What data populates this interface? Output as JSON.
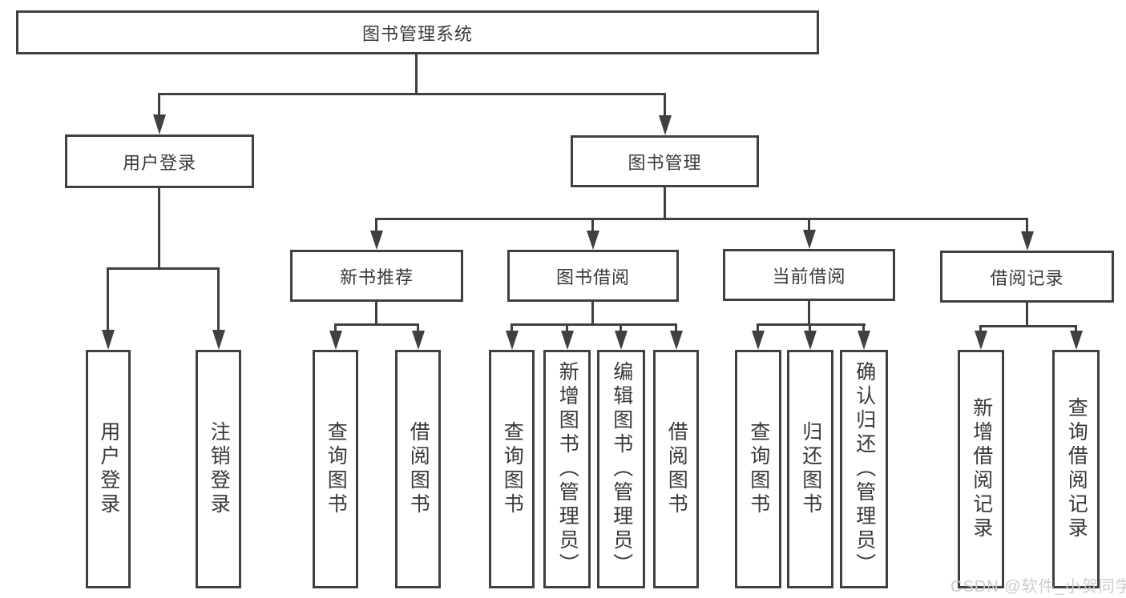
{
  "diagram": {
    "root": {
      "label": "图书管理系统"
    },
    "level2": [
      {
        "label": "用户登录"
      },
      {
        "label": "图书管理"
      }
    ],
    "level3": [
      {
        "label": "新书推荐"
      },
      {
        "label": "图书借阅"
      },
      {
        "label": "当前借阅"
      },
      {
        "label": "借阅记录"
      }
    ],
    "leaves": {
      "user_login": [
        {
          "label": "用户登录"
        },
        {
          "label": "注销登录"
        }
      ],
      "new_book": [
        {
          "label": "查询图书"
        },
        {
          "label": "借阅图书"
        }
      ],
      "book_borrow": [
        {
          "label": "查询图书"
        },
        {
          "label": "新增图书（管理员）"
        },
        {
          "label": "编辑图书（管理员）"
        },
        {
          "label": "借阅图书"
        }
      ],
      "current_borrow": [
        {
          "label": "查询图书"
        },
        {
          "label": "归还图书"
        },
        {
          "label": "确认归还（管理员）"
        }
      ],
      "borrow_records": [
        {
          "label": "新增借阅记录"
        },
        {
          "label": "查询借阅记录"
        }
      ]
    },
    "watermark": "CSDN @软件_小贺同学",
    "colors": {
      "line": "#404040",
      "text": "#383838",
      "watermark": "#cccccc",
      "background": "#ffffff"
    }
  }
}
